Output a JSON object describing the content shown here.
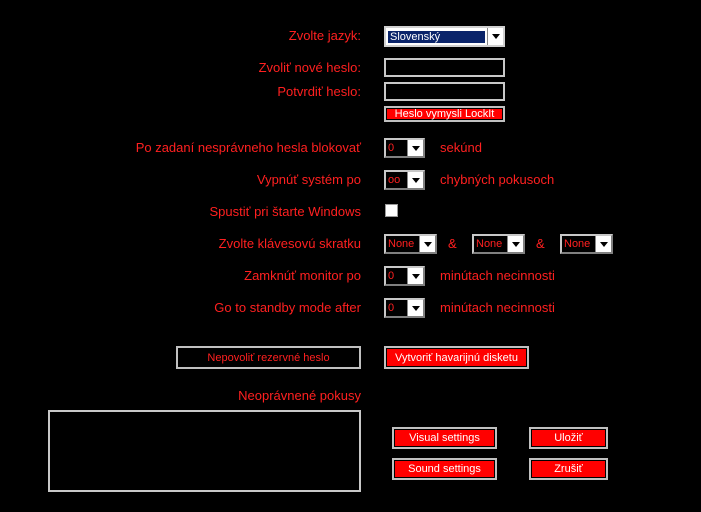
{
  "labels": {
    "language": "Zvolte jazyk:",
    "new_password": "Zvoliť nové heslo:",
    "confirm_password": "Potvrdiť heslo:",
    "block_after_wrong": "Po zadaní nesprávneho hesla blokovať",
    "shutdown_after": "Vypnúť systém po",
    "start_with_windows": "Spustiť pri štarte Windows",
    "hotkey": "Zvolte klávesovú skratku",
    "lock_monitor_after": "Zamknúť monitor po",
    "standby_after": "Go to standby mode after",
    "unauthorized_attempts": "Neoprávnené pokusy"
  },
  "units": {
    "seconds": "sekúnd",
    "failed_attempts": "chybných pokusoch",
    "minutes_idle_1": "minútach necinnosti",
    "minutes_idle_2": "minútach necinnosti"
  },
  "selects": {
    "language": "Slovenský",
    "block_seconds": "0",
    "shutdown_attempts": "oo",
    "hotkey_1": "None",
    "hotkey_2": "None",
    "hotkey_3": "None",
    "lock_minutes": "0",
    "standby_minutes": "0"
  },
  "hotkey_separator": "&",
  "buttons": {
    "password_generator": "Heslo vymysli LockIt",
    "disable_backup_password": "Nepovoliť rezervné heslo",
    "create_rescue_disk": "Vytvoriť havarijnú disketu",
    "visual_settings": "Visual settings",
    "sound_settings": "Sound settings",
    "save": "Uložiť",
    "cancel": "Zrušiť"
  },
  "checkbox": {
    "start_with_windows_checked": false
  },
  "colors": {
    "background": "#000000",
    "text": "#ff2020",
    "button": "#ff0000"
  }
}
